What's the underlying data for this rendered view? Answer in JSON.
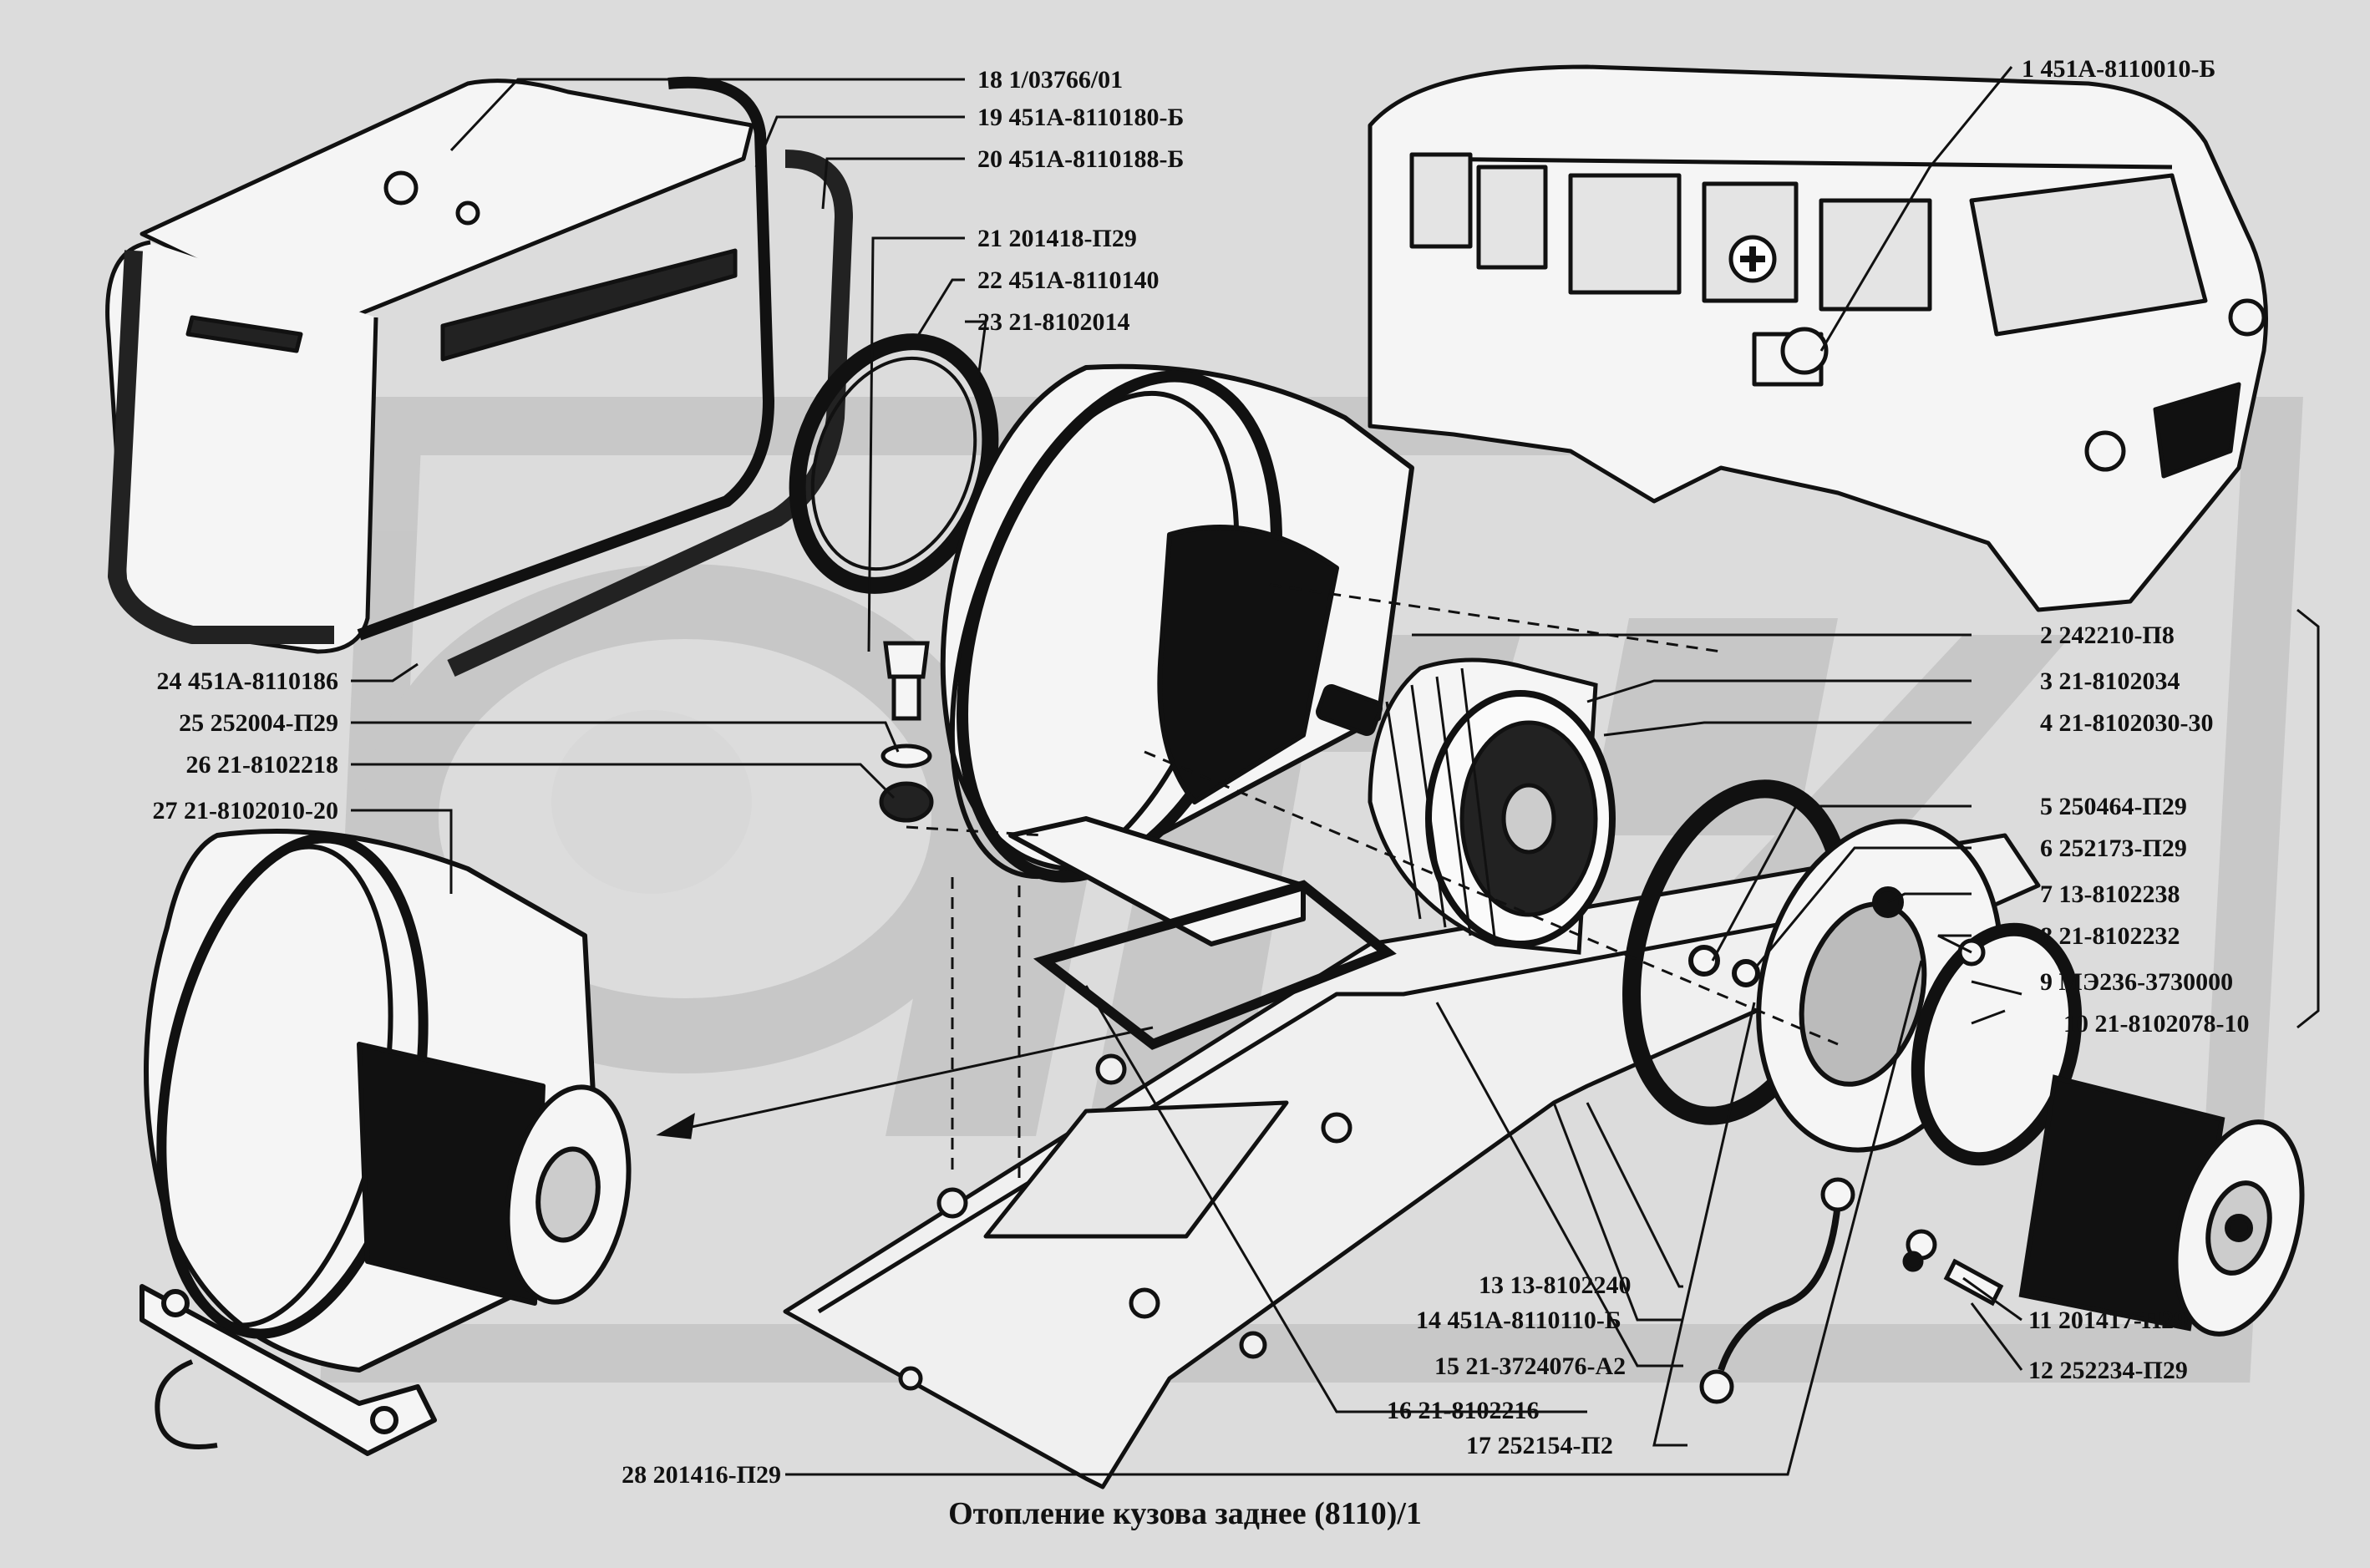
{
  "diagram": {
    "caption": "Отопление кузова заднее  (8110)/1",
    "colors": {
      "background": "#dcdcdc",
      "ink": "#111111",
      "watermark": "#c4c4c4",
      "part_fill": "#f5f5f5"
    },
    "callouts": [
      {
        "num": "1",
        "code": "451А-8110010-Б"
      },
      {
        "num": "2",
        "code": "242210-П8"
      },
      {
        "num": "3",
        "code": "21-8102034"
      },
      {
        "num": "4",
        "code": "21-8102030-30"
      },
      {
        "num": "5",
        "code": "250464-П29"
      },
      {
        "num": "6",
        "code": "252173-П29"
      },
      {
        "num": "7",
        "code": "13-8102238"
      },
      {
        "num": "8",
        "code": "21-8102232"
      },
      {
        "num": "9",
        "code": "МЭ236-3730000"
      },
      {
        "num": "10",
        "code": "21-8102078-10"
      },
      {
        "num": "11",
        "code": "201417-П29"
      },
      {
        "num": "12",
        "code": "252234-П29"
      },
      {
        "num": "13",
        "code": "13-8102240"
      },
      {
        "num": "14",
        "code": "451А-8110110-Б"
      },
      {
        "num": "15",
        "code": "21-3724076-А2"
      },
      {
        "num": "16",
        "code": "21-8102216"
      },
      {
        "num": "17",
        "code": "252154-П2"
      },
      {
        "num": "18",
        "code": "1/03766/01"
      },
      {
        "num": "19",
        "code": "451А-8110180-Б"
      },
      {
        "num": "20",
        "code": "451А-8110188-Б"
      },
      {
        "num": "21",
        "code": "201418-П29"
      },
      {
        "num": "22",
        "code": "451А-8110140"
      },
      {
        "num": "23",
        "code": "21-8102014"
      },
      {
        "num": "24",
        "code": "451А-8110186"
      },
      {
        "num": "25",
        "code": "252004-П29"
      },
      {
        "num": "26",
        "code": "21-8102218"
      },
      {
        "num": "27",
        "code": "21-8102010-20"
      },
      {
        "num": "28",
        "code": "201416-П29"
      }
    ]
  }
}
